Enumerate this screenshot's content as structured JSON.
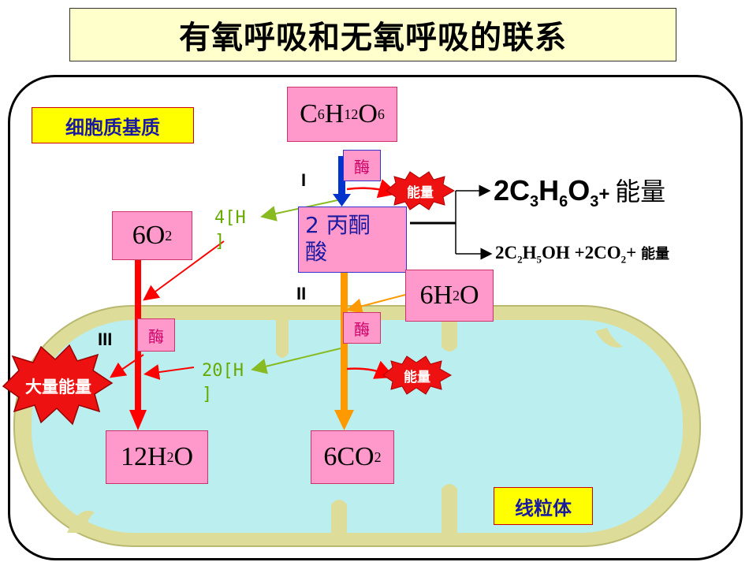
{
  "title": "有氧呼吸和无氧呼吸的联系",
  "regions": {
    "cytoplasm": "细胞质基质",
    "mitochondria": "线粒体"
  },
  "stages": {
    "I": "I",
    "II": "II",
    "III": "III"
  },
  "glucose": {
    "c": "C",
    "c_sub": "6",
    "h": "H",
    "h_sub": "12",
    "o": "O",
    "o_sub": "6"
  },
  "pyruvate": {
    "line1": "2 丙酮",
    "line2": "酸"
  },
  "oxygen": {
    "prefix": "6O",
    "sub": "2"
  },
  "water_in": {
    "prefix": "6H",
    "sub": "2",
    "suffix": "O"
  },
  "water_out": {
    "prefix": "12H",
    "sub": "2",
    "suffix": "O"
  },
  "co2": {
    "prefix": "6CO",
    "sub": "2"
  },
  "enzyme": "酶",
  "energy": "能量",
  "big_energy": "大量能量",
  "hydrogen_1": {
    "line1": "4[H",
    "line2": "]"
  },
  "hydrogen_2": {
    "line1": "20[H",
    "line2": "]"
  },
  "lactic_product": {
    "a": "2C",
    "a_sub": "3",
    "b": "H",
    "b_sub": "6",
    "c": "O",
    "c_sub": "3",
    "plus": "+ ",
    "energy": "能量"
  },
  "alcohol_product": {
    "a": "2C",
    "a_sub": "2",
    "b": "H",
    "b_sub": "5",
    "c": "OH +2CO",
    "c_sub": "2",
    "plus": "+ ",
    "energy": "能量"
  },
  "colors": {
    "mito_fill": "#bbeeee",
    "mito_membrane": "#dddd99",
    "red_arrow": "#ff0000",
    "orange_arrow": "#ff9900",
    "blue_arrow": "#0033cc",
    "hydrogen_arrow": "#88bb22",
    "title_bg": "#ffffcc",
    "label_bg": "#ffff00",
    "box_fill": "#ff99cc"
  }
}
